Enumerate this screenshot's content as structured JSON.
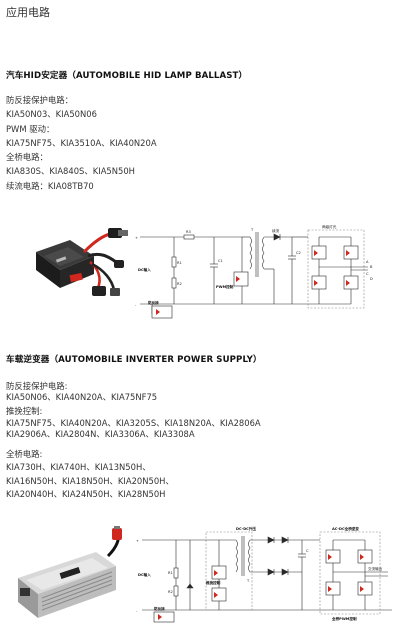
{
  "page_title": "应用电路",
  "hid": {
    "title": "汽车HID安定器（AUTOMOBILE HID LAMP BALLAST）",
    "lines": [
      "防反接保护电路：",
      "KIA50N03、KIA50N06",
      "PWM 驱动：",
      "KIA75NF75、KIA3510A、KIA40N20A",
      "全桥电路：",
      "KIA830S、KIA840S、KIA5N50H",
      "续流电路：KIA08TB70"
    ],
    "schematic_labels": {
      "r3": "R3",
      "r1": "R1",
      "r2": "R2",
      "c1": "C1",
      "c2": "C2",
      "t": "T",
      "freewheel": "续流",
      "bridge": "两级灯光",
      "dc_in": "DC输入",
      "pwm_ctrl": "PWM控制",
      "reverse_protect": "防反接",
      "plus": "+",
      "minus": "-",
      "out_a": "A",
      "out_b": "B",
      "out_c": "C",
      "out_d": "D"
    }
  },
  "inverter": {
    "title": "车载逆变器（AUTOMOBILE INVERTER POWER SUPPLY）",
    "group1": [
      "防反接保护电路:",
      "KIA50N06、KIA40N20A、KIA75NF75"
    ],
    "group2": [
      "推挽控制:",
      "KIA75NF75、KIA40N20A、KIA3205S、KIA18N20A、KIA2806A",
      "KIA2906A、KIA2804N、KIA3306A、KIA3308A"
    ],
    "group3": [
      "全桥电路:",
      "KIA730H、KIA740H、KIA13N50H、",
      "KIA16N50H、KIA18N50H、KIA20N50H、",
      "KIA20N40H、KIA24N50H、KIA28N50H"
    ],
    "schematic_labels": {
      "dcdc": "DC-DC升压",
      "acdc": "AC-DC全桥逆变",
      "pushpull": "推挽控制",
      "ac_out": "交流输出",
      "pwm_full": "全桥PWM控制",
      "dc_in": "DC输入",
      "reverse_protect": "防反接",
      "r1": "R1",
      "r2": "R2",
      "c": "C",
      "t": "T",
      "plus": "+",
      "minus": "-"
    }
  },
  "colors": {
    "accent_red": "#d0281e",
    "wire": "#2a2a2a",
    "bridge_border": "#888888"
  },
  "images": {
    "ballast_photo": "hid-ballast-device",
    "inverter_photo": "car-power-inverter-device"
  }
}
